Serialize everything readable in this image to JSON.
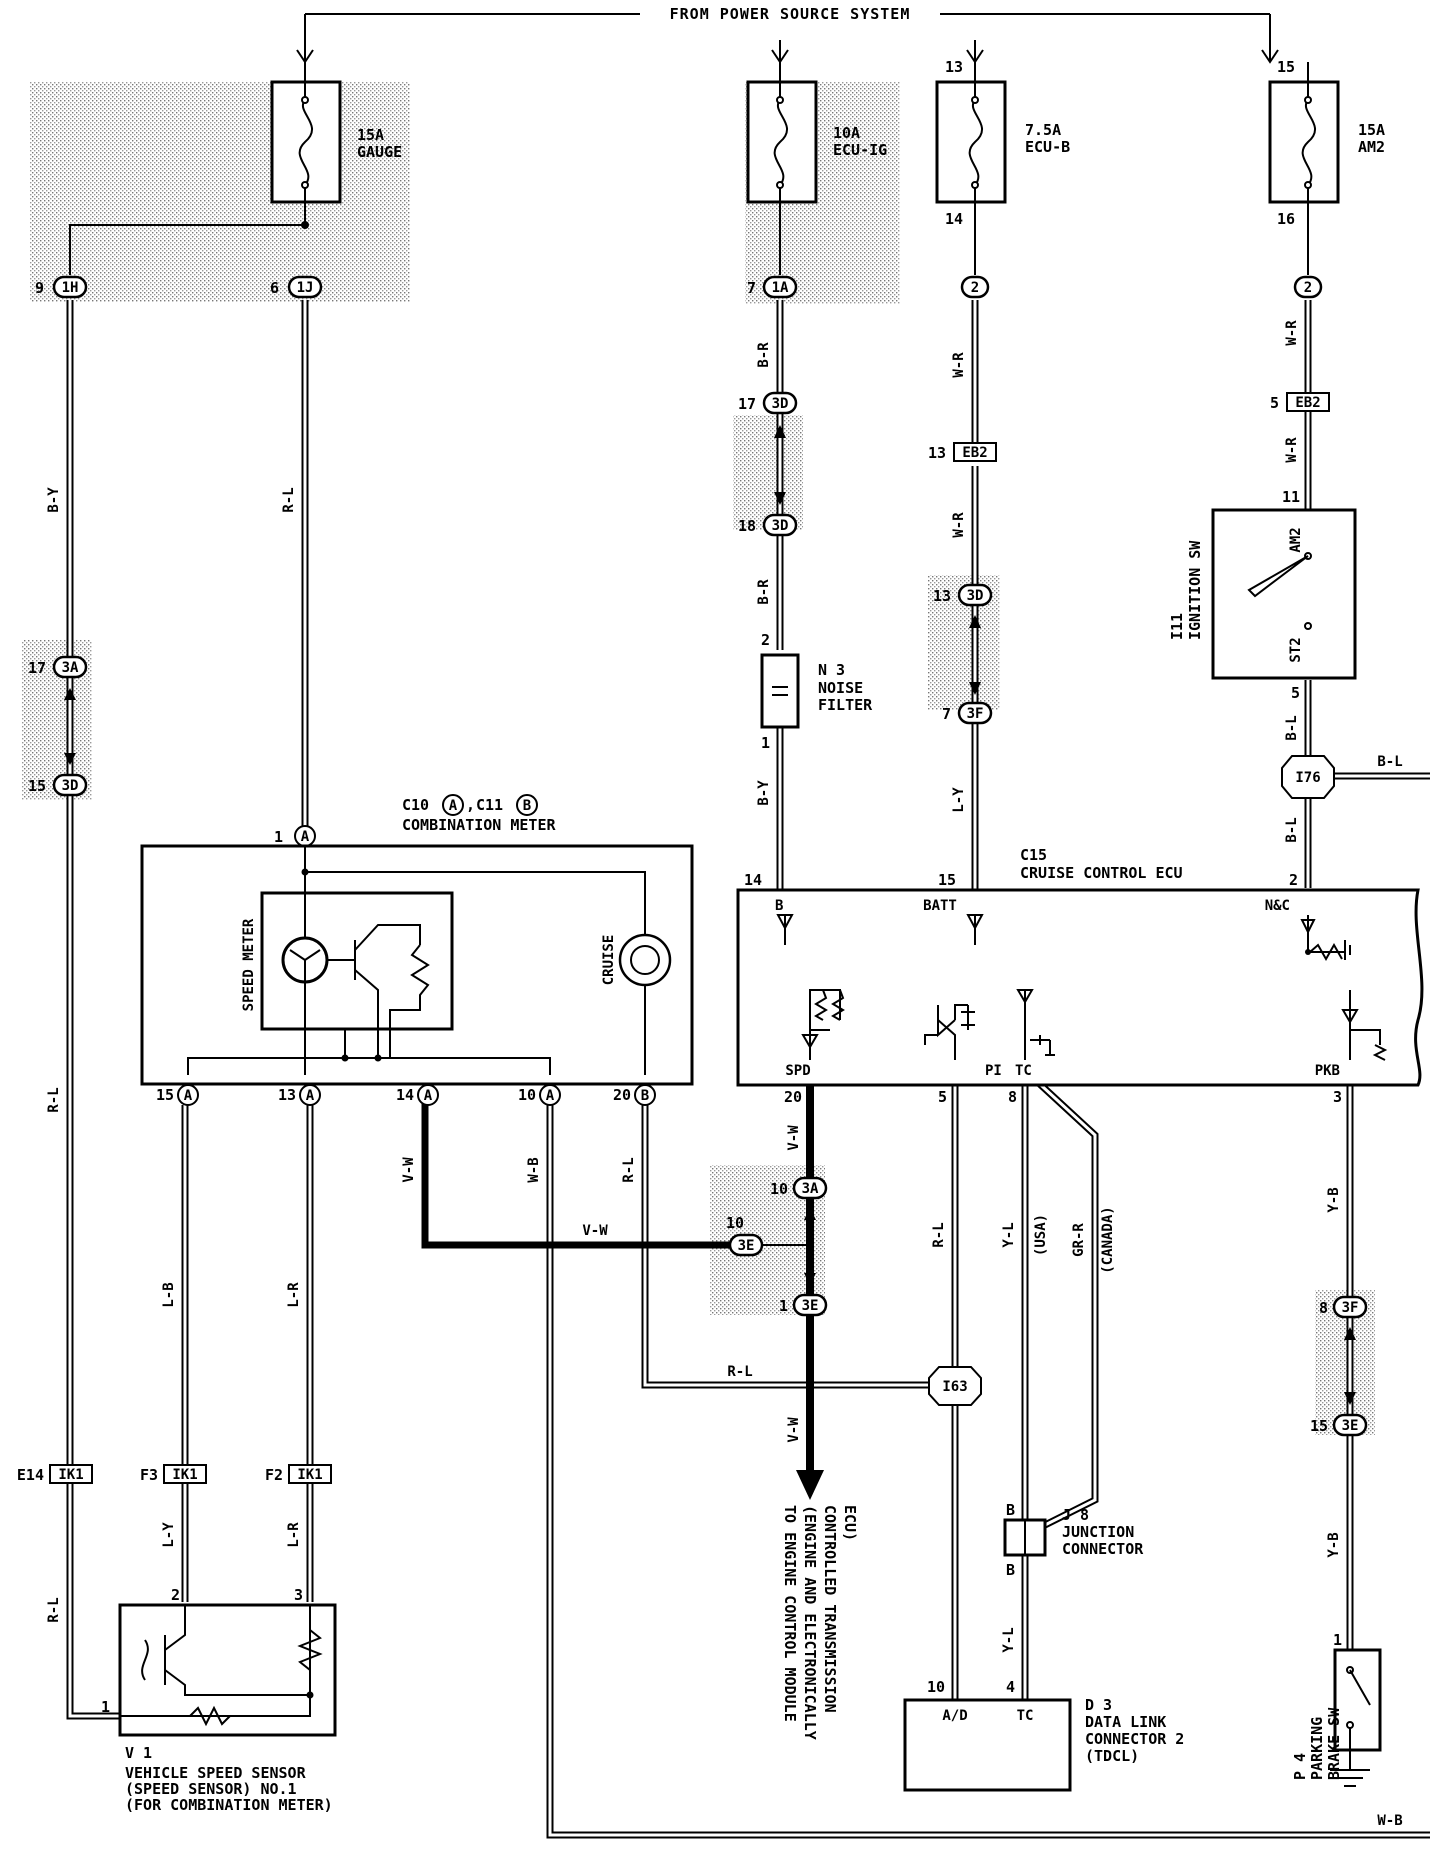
{
  "header": {
    "title": "FROM POWER SOURCE SYSTEM"
  },
  "fuses": [
    {
      "amp": "15A",
      "name": "GAUGE"
    },
    {
      "amp": "10A",
      "name": "ECU-IG"
    },
    {
      "amp": "7.5A",
      "name": "ECU-B",
      "pin_in": "13",
      "pin_out": "14"
    },
    {
      "amp": "15A",
      "name": "AM2",
      "pin_in": "15",
      "pin_out": "16"
    }
  ],
  "connectors": {
    "c1H": {
      "pin": "9",
      "code": "1H"
    },
    "c1J": {
      "pin": "6",
      "code": "1J"
    },
    "c1A": {
      "pin": "7",
      "code": "1A"
    },
    "c2_ecub": {
      "code": "2"
    },
    "c2_am2": {
      "code": "2"
    },
    "eb2_a": {
      "pin": "5",
      "code": "EB2"
    },
    "eb2_b": {
      "pin": "13",
      "code": "EB2"
    },
    "c3D_a": {
      "pin": "17",
      "code": "3D"
    },
    "c3D_b": {
      "pin": "18",
      "code": "3D"
    },
    "c3D_c": {
      "pin": "13",
      "code": "3D"
    },
    "c3F_a": {
      "pin": "7",
      "code": "3F"
    },
    "c3A_a": {
      "pin": "17",
      "code": "3A"
    },
    "c3D_d": {
      "pin": "15",
      "code": "3D"
    },
    "c3A_b": {
      "pin": "10",
      "code": "3A"
    },
    "c3E_a": {
      "pin": "10",
      "code": "3E"
    },
    "c3E_b": {
      "pin": "1",
      "code": "3E"
    },
    "c3F_b": {
      "pin": "8",
      "code": "3F"
    },
    "c3E_c": {
      "pin": "15",
      "code": "3E"
    },
    "ik1_a": {
      "pin": "E14",
      "code": "IK1"
    },
    "ik1_b": {
      "pin": "F3",
      "code": "IK1"
    },
    "ik1_c": {
      "pin": "F2",
      "code": "IK1"
    },
    "i76": {
      "code": "I76"
    },
    "i63": {
      "code": "I63"
    }
  },
  "wire_colors": {
    "by": "B-Y",
    "rl": "R-L",
    "br": "B-R",
    "br2": "B-R",
    "wr1": "W-R",
    "wr2": "W-R",
    "wr3": "W-R",
    "wr4": "W-R",
    "bl1": "B-L",
    "bl2": "B-L",
    "bl3": "B-L",
    "by2": "B-Y",
    "ly": "L-Y",
    "rl2": "R-L",
    "lb": "L-B",
    "lr": "L-R",
    "vw": "V-W",
    "vw2": "V-W",
    "vw3": "V-W",
    "vw4": "V-W",
    "wb": "W-B",
    "wb2": "W-B",
    "rl3": "R-L",
    "rl4": "R-L",
    "rl5": "R-L",
    "yl": "Y-L",
    "grr": "GR-R",
    "yb": "Y-B",
    "yb2": "Y-B",
    "ly2": "L-Y",
    "lr2": "L-R",
    "rl6": "R-L",
    "yl2": "Y-L",
    "usa": "(USA)",
    "canada": "(CANADA)"
  },
  "components": {
    "meter": {
      "id": "C10",
      "connA": "A",
      "sep": ",",
      "id2": "C11",
      "connB": "B",
      "name": "COMBINATION METER",
      "pin_top": "1",
      "conn_top": "A",
      "speed": "SPEED METER",
      "cruise": "CRUISE",
      "pins": [
        {
          "n": "15",
          "c": "A"
        },
        {
          "n": "13",
          "c": "A"
        },
        {
          "n": "14",
          "c": "A"
        },
        {
          "n": "10",
          "c": "A"
        },
        {
          "n": "20",
          "c": "B"
        }
      ]
    },
    "ecu": {
      "id": "C15",
      "name": "CRUISE CONTROL ECU",
      "terms": {
        "b": "B",
        "batt": "BATT",
        "nc": "N&C",
        "spd": "SPD",
        "pi": "PI",
        "tc": "TC",
        "pkb": "PKB"
      },
      "pins": {
        "b": "14",
        "batt": "15",
        "nc": "2",
        "spd": "20",
        "pi": "5",
        "tc": "8",
        "pkb": "3"
      }
    },
    "ign": {
      "id": "I11",
      "name": "IGNITION SW",
      "am2": "AM2",
      "st2": "ST2",
      "pin_top": "11",
      "pin_bot": "5"
    },
    "noise": {
      "id": "N 3",
      "l1": "NOISE",
      "l2": "FILTER",
      "pin_top": "2",
      "pin_bot": "1"
    },
    "jc": {
      "id": "J 8",
      "l1": "JUNCTION",
      "l2": "CONNECTOR",
      "pin_top": "B",
      "pin_bot": "B"
    },
    "dlc": {
      "id": "D 3",
      "l1": "DATA LINK",
      "l2": "CONNECTOR 2",
      "l3": "(TDCL)",
      "ad": "A/D",
      "tc": "TC",
      "pin_ad": "10",
      "pin_tc": "4"
    },
    "pbs": {
      "id": "P 4",
      "l1": "PARKING",
      "l2": "BRAKE SW",
      "pin": "1"
    },
    "vss": {
      "id": "V 1",
      "l1": "VEHICLE SPEED SENSOR",
      "l2": "(SPEED SENSOR) NO.1",
      "l3": "(FOR COMBINATION METER)",
      "p1": "1",
      "p2": "2",
      "p3": "3"
    },
    "ecm": {
      "l1": "TO ENGINE CONTROL MODULE",
      "l2": "(ENGINE AND ELECTRONICALLY",
      "l3": "CONTROLLED TRANSMISSION",
      "l4": "ECU)"
    }
  }
}
